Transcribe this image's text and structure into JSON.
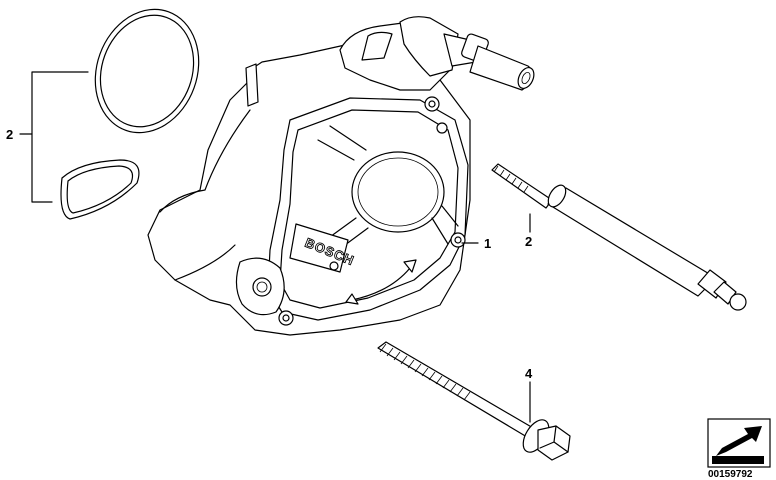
{
  "callouts": {
    "seal_set": "2",
    "vacuum_pump": "1",
    "tool": "2",
    "bolt": "4"
  },
  "pump": {
    "brand": "BOSCH"
  },
  "reference_number": "00159792",
  "colors": {
    "line": "#000000",
    "background": "#ffffff"
  }
}
